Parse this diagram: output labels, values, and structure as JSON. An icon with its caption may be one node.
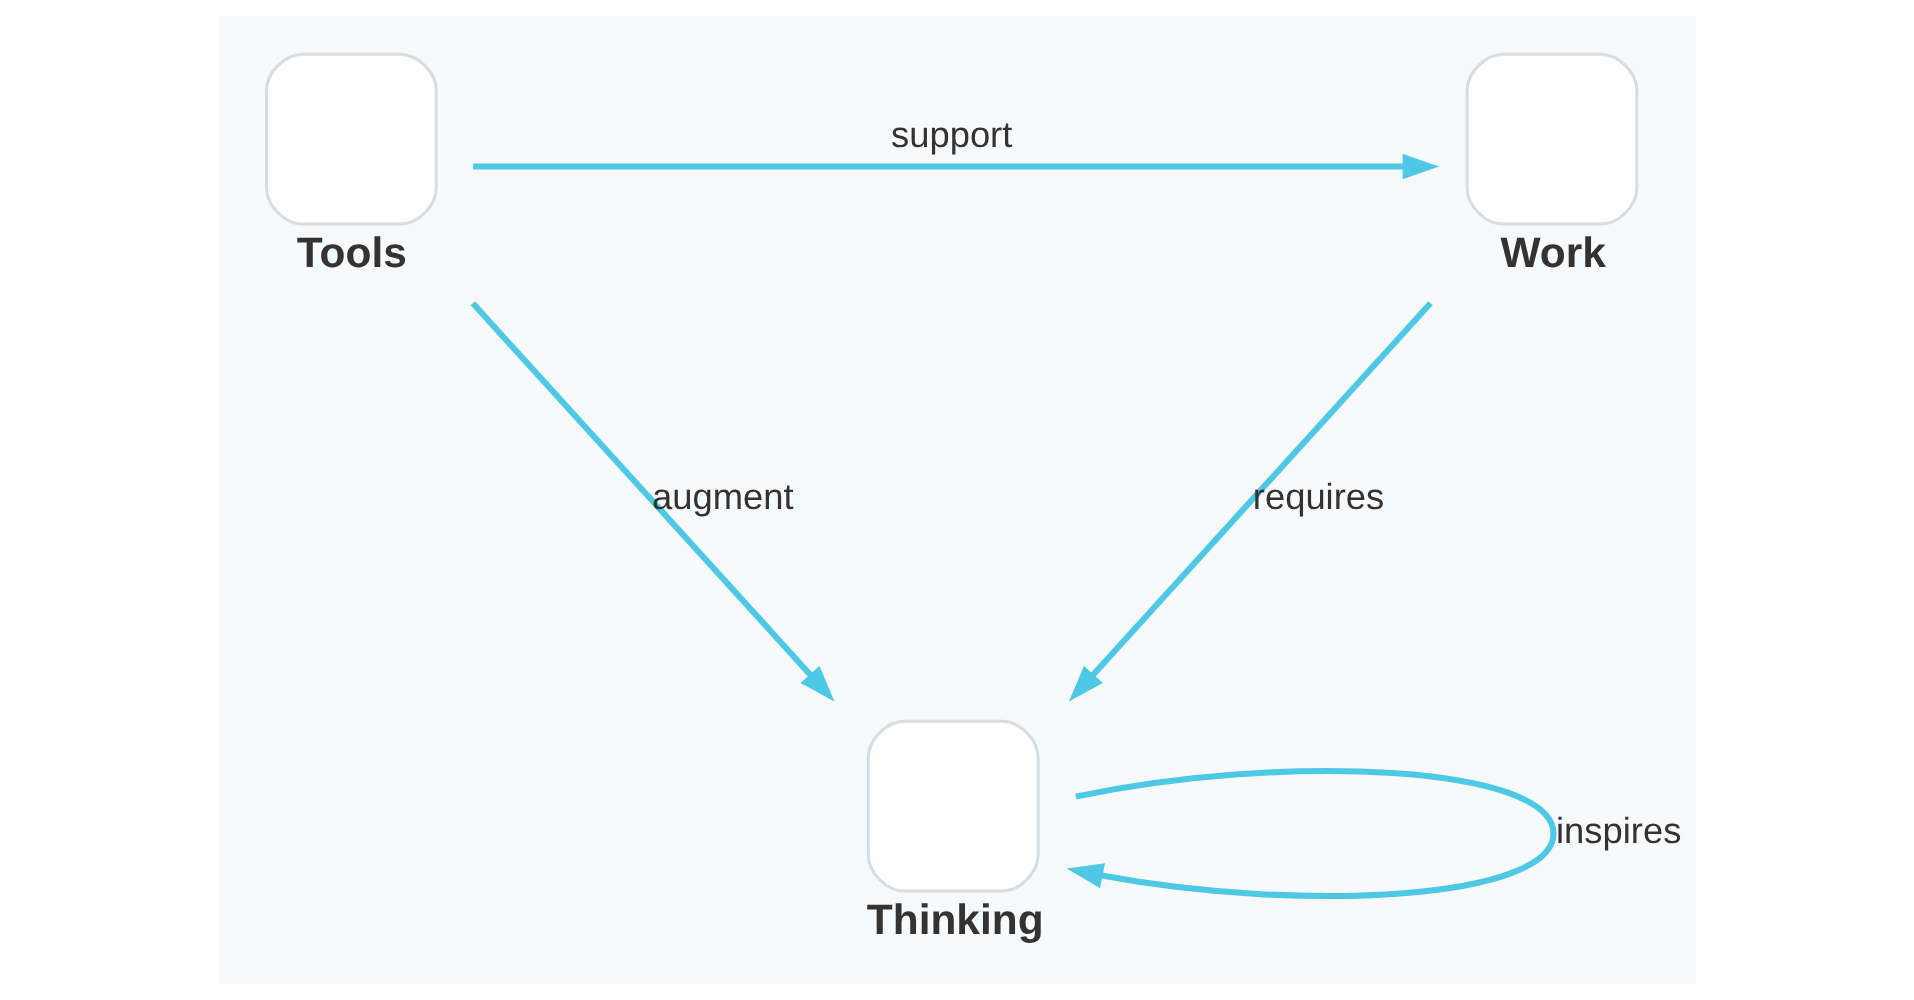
{
  "diagram": {
    "nodes": [
      {
        "text": [
          "Tools"
        ]
      },
      {
        "text": [
          "Work"
        ]
      },
      {
        "text": [
          "Thinking"
        ]
      }
    ],
    "edges": [
      {
        "from": 0,
        "to": 1,
        "arrow": "to",
        "label": "support"
      },
      {
        "from": 0,
        "to": 2,
        "arrow": "to",
        "label": "augment"
      },
      {
        "from": 1,
        "to": 2,
        "arrow": "to",
        "label": "requires"
      },
      {
        "from": 2,
        "to": 2,
        "arrow": "to",
        "label": "inspires"
      }
    ]
  }
}
